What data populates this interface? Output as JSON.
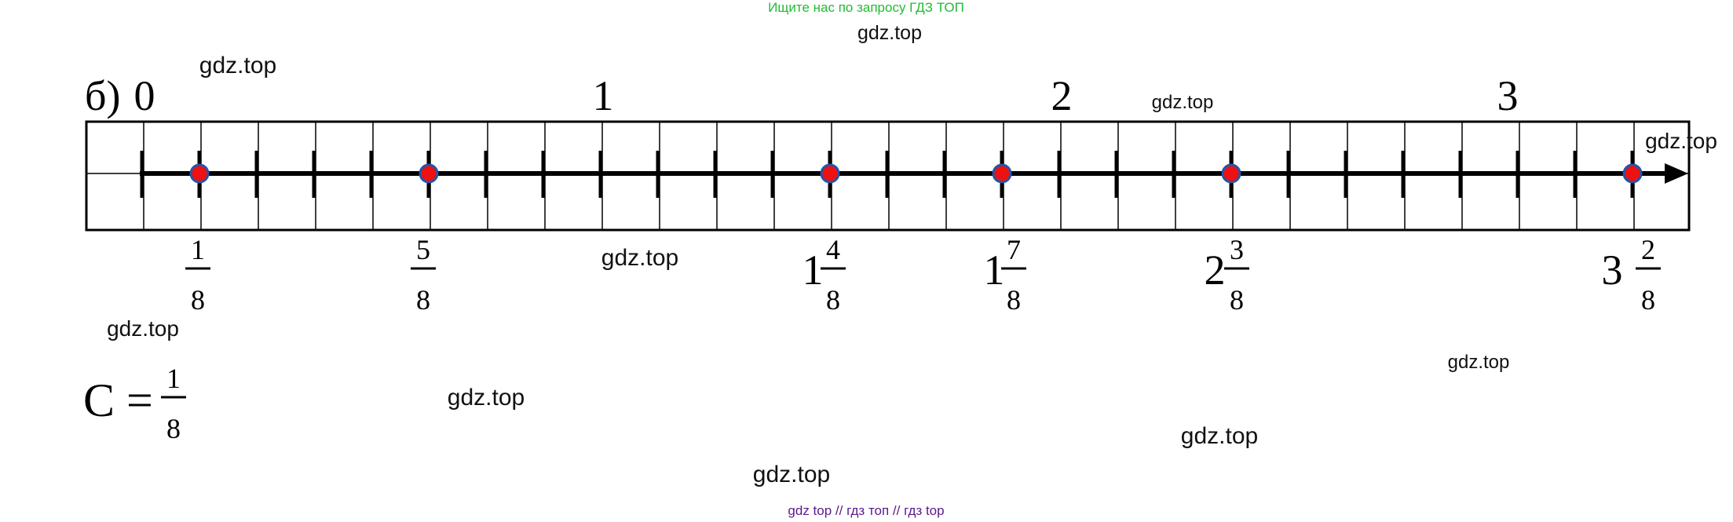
{
  "header": {
    "promo_text": "Ищите нас по запросу ГДЗ ТОП",
    "promo_color": "#22bb33"
  },
  "watermark": {
    "text": "gdz.top",
    "color": "#111111"
  },
  "problem": {
    "part_label": "б)",
    "number_labels": [
      "0",
      "1",
      "2",
      "3"
    ],
    "unit_cells": 8,
    "points": [
      {
        "whole": "",
        "num": "1",
        "den": "8",
        "value": 0.125
      },
      {
        "whole": "",
        "num": "5",
        "den": "8",
        "value": 0.625
      },
      {
        "whole": "1",
        "num": "4",
        "den": "8",
        "value": 1.5
      },
      {
        "whole": "1",
        "num": "7",
        "den": "8",
        "value": 1.875
      },
      {
        "whole": "2",
        "num": "3",
        "den": "8",
        "value": 2.375
      },
      {
        "whole": "3",
        "num": "2",
        "den": "8",
        "value": 3.25
      }
    ],
    "point_fill": "#ee1111",
    "point_stroke": "#2255aa",
    "scale": {
      "letter": "C",
      "equals": "=",
      "num": "1",
      "den": "8"
    }
  },
  "footer": {
    "links_text": "gdz top  //  гдз топ  //  гдз top",
    "links_color": "#5a1a8a"
  }
}
